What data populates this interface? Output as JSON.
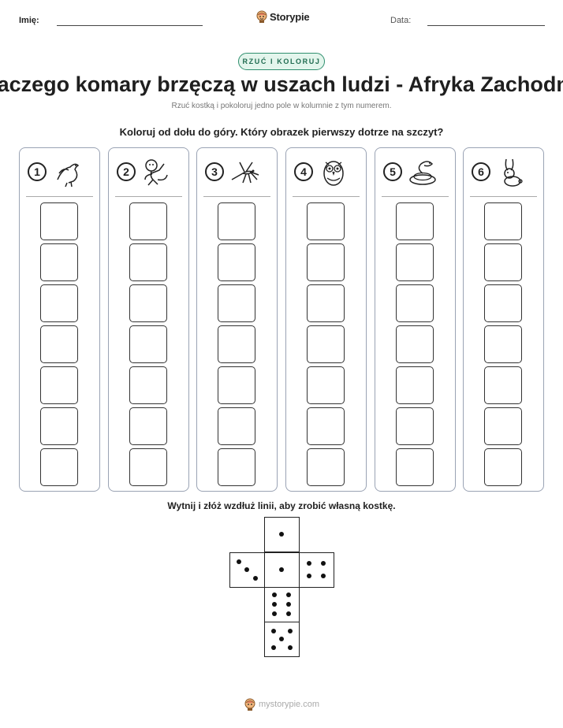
{
  "header": {
    "name_label": "Imię:",
    "date_label": "Data:",
    "brand": "Storypie",
    "logo_icon": "pie-mascot-icon"
  },
  "badge": "RZUĆ I KOLORUJ",
  "title": "Dlaczego komary brzęczą w uszach ludzi - Afryka Zachodnia",
  "subtitle": "Rzuć kostką i pokoloruj jedno pole w kolumnie z tym numerem.",
  "instruction": "Koloruj od dołu do góry. Który obrazek pierwszy dotrze na szczyt?",
  "columns": [
    {
      "number": "1",
      "icon": "bird-icon"
    },
    {
      "number": "2",
      "icon": "monkey-icon"
    },
    {
      "number": "3",
      "icon": "mosquito-icon"
    },
    {
      "number": "4",
      "icon": "owl-icon"
    },
    {
      "number": "5",
      "icon": "snake-icon"
    },
    {
      "number": "6",
      "icon": "rabbit-icon"
    }
  ],
  "cells_per_column": 7,
  "dice_net": {
    "title": "Wytnij i złóż wzdłuż linii, aby zrobić własną kostkę.",
    "faces": [
      1,
      3,
      1,
      4,
      6,
      5
    ]
  },
  "footer": "mystorypie.com",
  "colors": {
    "accent": "#2f8f6e",
    "badge_bg": "#e3f5ec",
    "column_border": "#9aa3b4"
  }
}
